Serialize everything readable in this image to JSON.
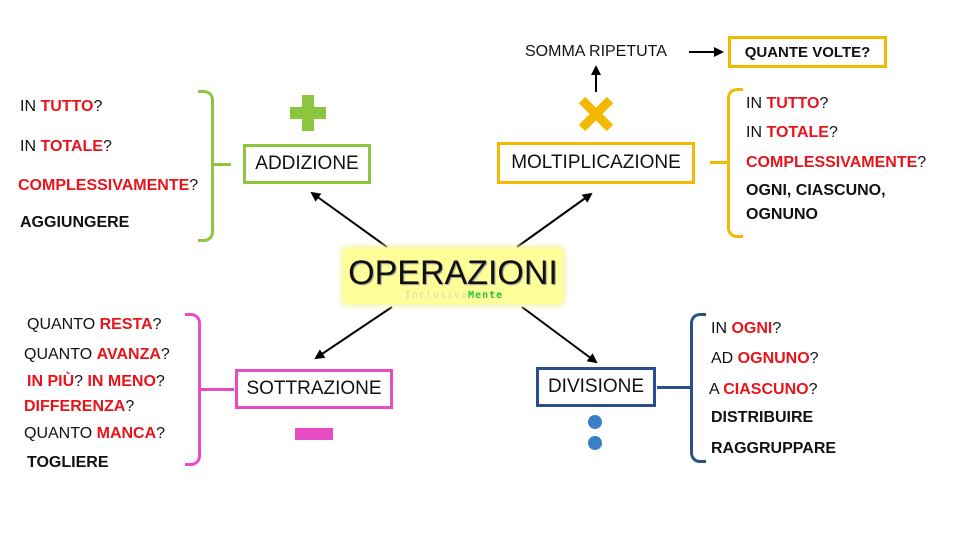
{
  "center": {
    "title": "OPERAZIONI",
    "logo_left": "Inclusiva",
    "logo_right": "Mente"
  },
  "addizione": {
    "title": "ADDIZIONE",
    "items": [
      {
        "pre": "IN ",
        "key": "TUTTO",
        "post": "?"
      },
      {
        "pre": "IN ",
        "key": "TOTALE",
        "post": "?"
      },
      {
        "pre": "",
        "key": "COMPLESSIVAMENTE",
        "post": "?"
      },
      {
        "verb": "AGGIUNGERE"
      }
    ]
  },
  "moltiplicazione": {
    "title": "MOLTIPLICAZIONE",
    "somma": "SOMMA RIPETUTA",
    "quante": "QUANTE VOLTE?",
    "items": [
      {
        "pre": "IN ",
        "key": "TUTTO",
        "post": "?"
      },
      {
        "pre": "IN ",
        "key": "TOTALE",
        "post": "?"
      },
      {
        "pre": "",
        "key": "COMPLESSIVAMENTE",
        "post": "?"
      },
      {
        "verb1": "OGNI, CIASCUNO,",
        "verb2": "OGNUNO"
      }
    ]
  },
  "sottrazione": {
    "title": "SOTTRAZIONE",
    "items": [
      {
        "pre": "QUANTO ",
        "key": "RESTA",
        "post": "?"
      },
      {
        "pre": "QUANTO ",
        "key": "AVANZA",
        "post": "?"
      },
      {
        "key1": "IN PIÙ",
        "mid": "? ",
        "key2": "IN MENO",
        "post": "?"
      },
      {
        "key": "DIFFERENZA",
        "post": "?"
      },
      {
        "pre": "QUANTO ",
        "key": "MANCA",
        "post": "?"
      },
      {
        "verb": "TOGLIERE"
      }
    ]
  },
  "divisione": {
    "title": "DIVISIONE",
    "items": [
      {
        "pre": "IN ",
        "key": "OGNI",
        "post": "?"
      },
      {
        "pre": "AD ",
        "key": "OGNUNO",
        "post": "?"
      },
      {
        "pre": "A ",
        "key": "CIASCUNO",
        "post": "?"
      },
      {
        "verb": "DISTRIBUIRE"
      },
      {
        "verb": "RAGGRUPPARE"
      }
    ]
  },
  "colors": {
    "addizione": "#8cc63f",
    "moltiplicazione": "#f5b800",
    "sottrazione": "#e84cc4",
    "divisione": "#2b4f8c",
    "key": "#e8141c",
    "center_bg": "#ffff99",
    "logo_green": "#22c53a"
  },
  "icons": [
    "plus-icon",
    "times-icon",
    "minus-icon",
    "divide-icon",
    "arrow-icon"
  ]
}
